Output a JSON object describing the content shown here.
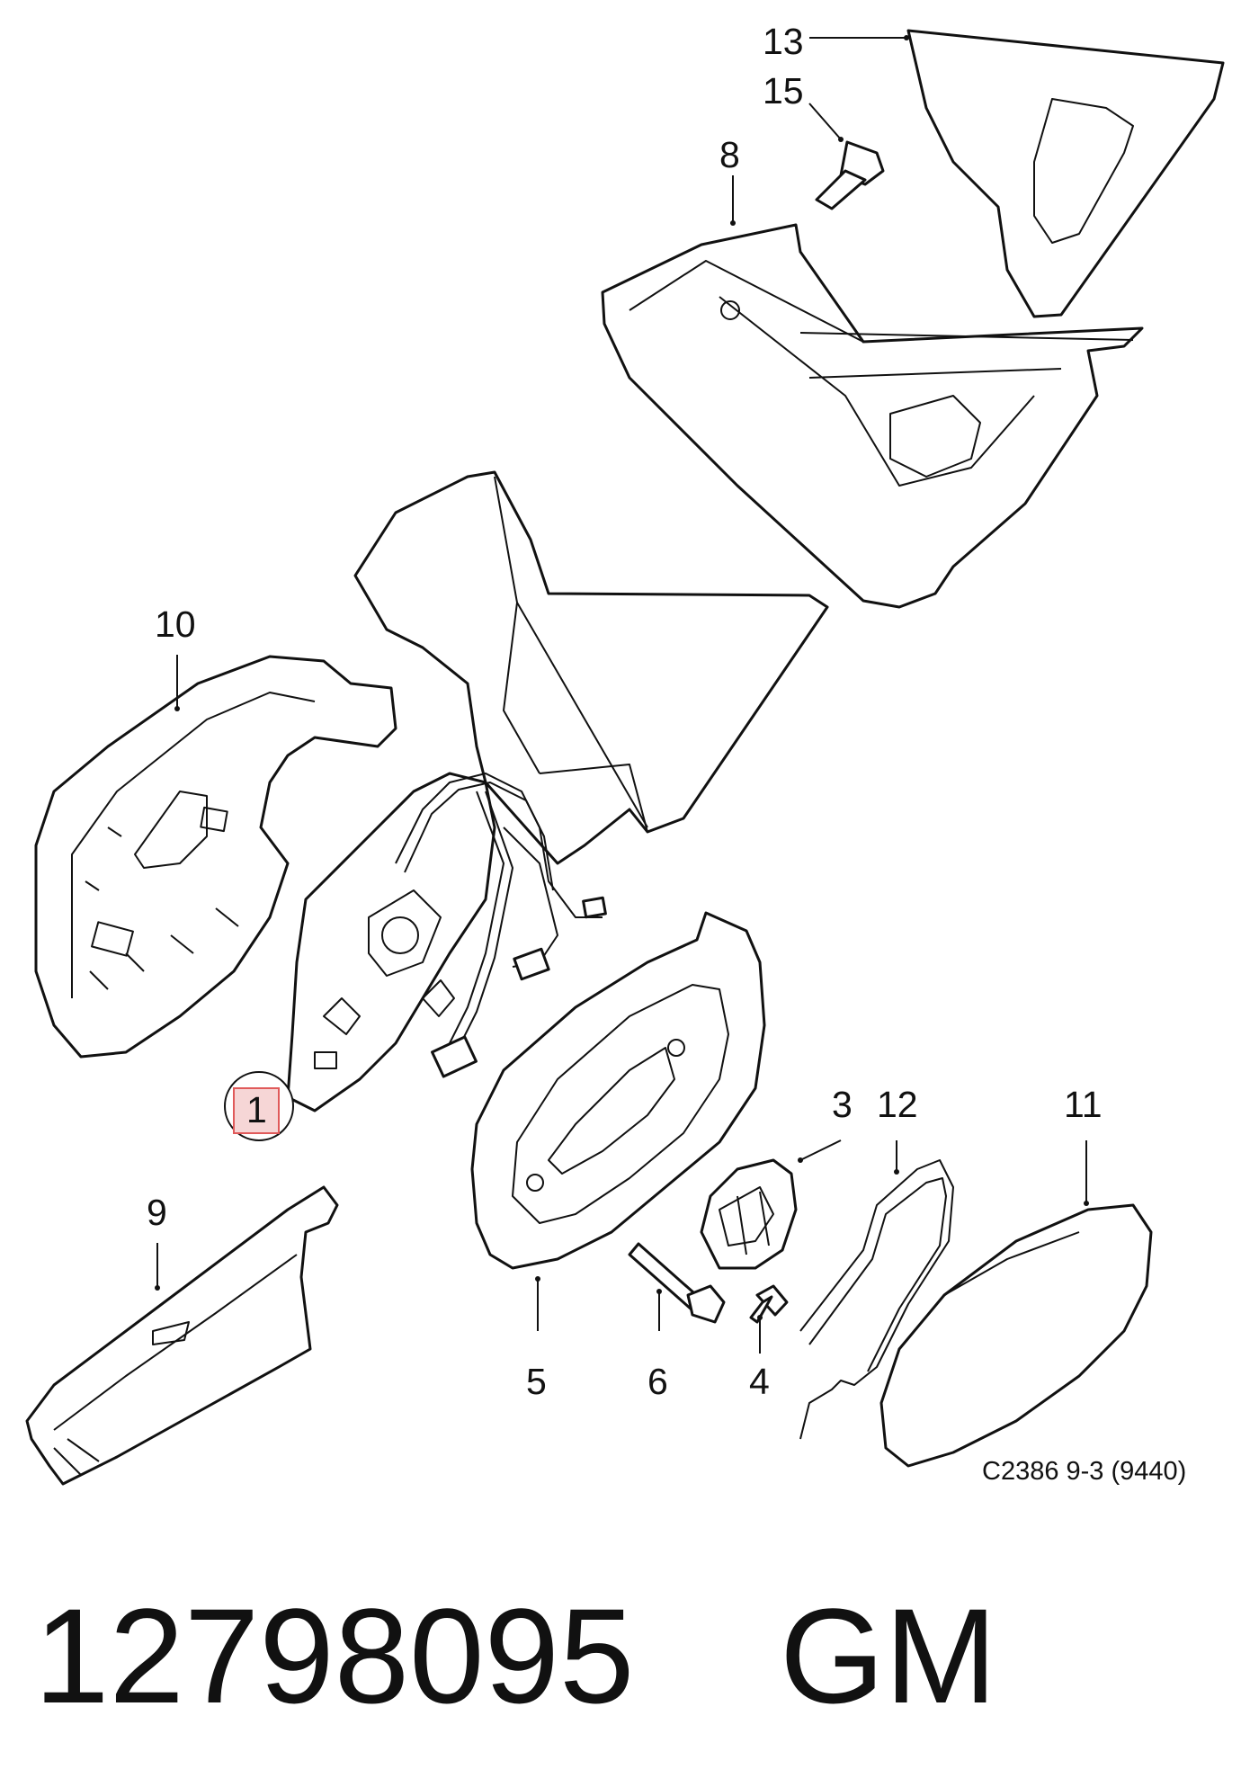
{
  "callouts": [
    {
      "id": "13",
      "text": "13"
    },
    {
      "id": "15",
      "text": "15"
    },
    {
      "id": "8",
      "text": "8"
    },
    {
      "id": "10",
      "text": "10"
    },
    {
      "id": "1",
      "text": "1"
    },
    {
      "id": "3",
      "text": "3"
    },
    {
      "id": "12",
      "text": "12"
    },
    {
      "id": "11",
      "text": "11"
    },
    {
      "id": "9",
      "text": "9"
    },
    {
      "id": "5",
      "text": "5"
    },
    {
      "id": "6",
      "text": "6"
    },
    {
      "id": "4",
      "text": "4"
    }
  ],
  "drawing_code": "C2386 9-3 (9440)",
  "footer": {
    "part_number": "12798095",
    "brand": "GM"
  },
  "colors": {
    "line": "#111111",
    "highlight": "#e05a5a",
    "highlight_fill": "#f6d6d6"
  }
}
